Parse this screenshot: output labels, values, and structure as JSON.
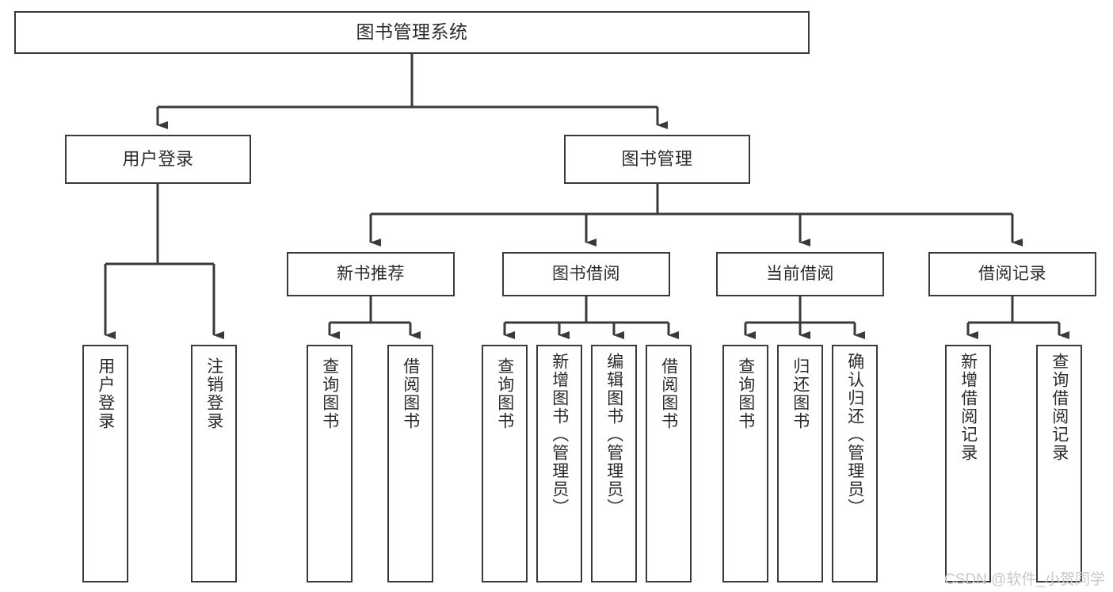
{
  "diagram": {
    "type": "tree-hierarchy",
    "title": "图书管理系统",
    "watermark": "CSDN @软件_小贺同学",
    "colors": {
      "box_stroke": "#3a3a3a",
      "box_fill": "#ffffff",
      "edge": "#3a3a3a",
      "text": "#2b2b2b",
      "watermark": "#c8c8c8",
      "background": "#ffffff"
    },
    "nodes": {
      "root": {
        "label": "图书管理系统"
      },
      "level1": [
        {
          "label": "用户登录"
        },
        {
          "label": "图书管理"
        }
      ],
      "level2": [
        {
          "label": "新书推荐"
        },
        {
          "label": "图书借阅"
        },
        {
          "label": "当前借阅"
        },
        {
          "label": "借阅记录"
        }
      ],
      "leaves": {
        "user_login": [
          {
            "label": "用户登录"
          },
          {
            "label": "注销登录"
          }
        ],
        "new_book": [
          {
            "label": "查询图书"
          },
          {
            "label": "借阅图书"
          }
        ],
        "book_borrow": [
          {
            "label": "查询图书"
          },
          {
            "label": "新增图书（管理员）"
          },
          {
            "label": "编辑图书（管理员）"
          },
          {
            "label": "借阅图书"
          }
        ],
        "current_borrow": [
          {
            "label": "查询图书"
          },
          {
            "label": "归还图书"
          },
          {
            "label": "确认归还（管理员）"
          }
        ],
        "borrow_record": [
          {
            "label": "新增借阅记录"
          },
          {
            "label": "查询借阅记录"
          }
        ]
      }
    }
  }
}
